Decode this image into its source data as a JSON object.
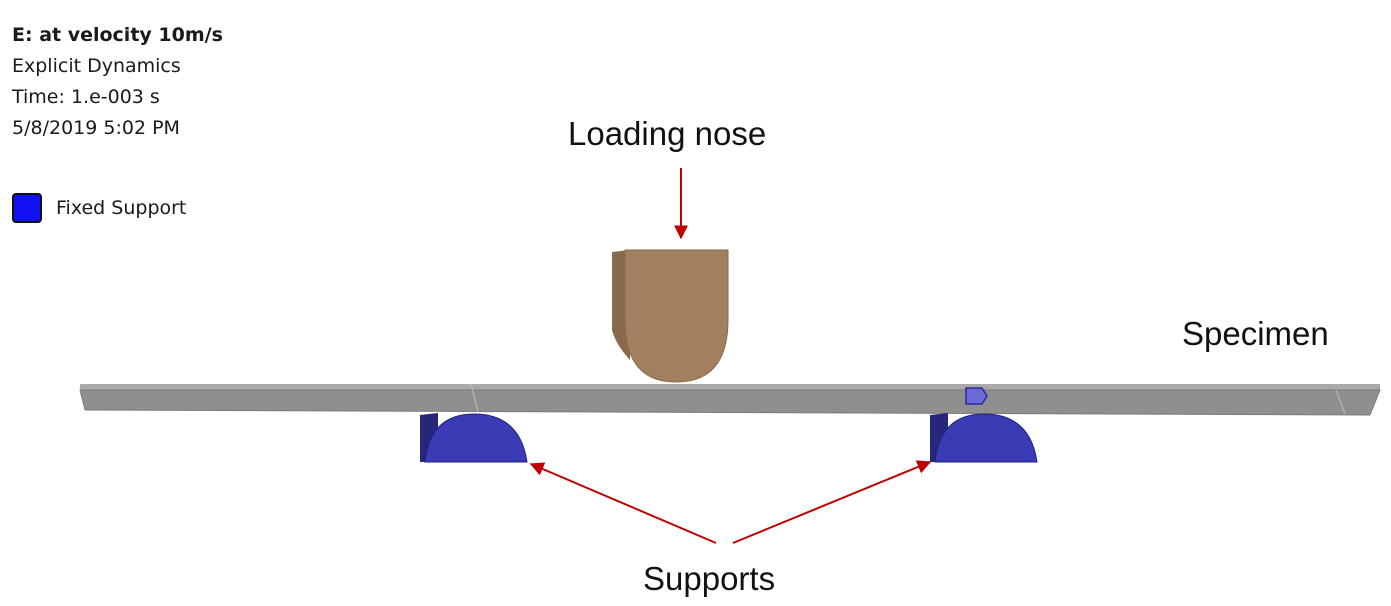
{
  "info": {
    "title": "E: at velocity 10m/s",
    "analysis_type": "Explicit Dynamics",
    "time": "Time: 1.e-003 s",
    "timestamp": "5/8/2019 5:02 PM"
  },
  "legend": {
    "label": "Fixed Support",
    "color": "#1010f0"
  },
  "labels": {
    "loading_nose": "Loading nose",
    "specimen": "Specimen",
    "supports": "Supports"
  },
  "colors": {
    "specimen_top": "#a9a9a9",
    "specimen_face": "#8f8f8f",
    "nose": "#a27f5e",
    "support": "#3b3bb5",
    "arrow": "#c00000"
  }
}
